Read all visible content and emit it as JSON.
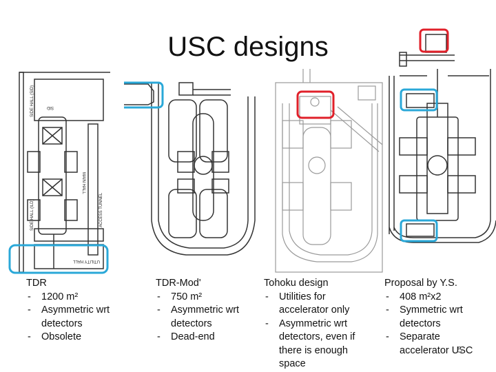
{
  "slide": {
    "title": "USC designs",
    "page_number": "5"
  },
  "colors": {
    "highlight_blue": "#2aa8d8",
    "highlight_red": "#e0202a",
    "drawing_line": "#333333",
    "light_line": "#9a9a9a"
  },
  "drawings": {
    "tdr": {
      "side_hall_top": "SIDE HALL (SID)",
      "side_hall_top_2": "SID",
      "main_hall": "MAIN HALL",
      "side_hall_bottom": "SIDE HALL (ILD)",
      "access_tunnel": "ACCESS TUNNEL",
      "utility_hall": "UTILITY HALL"
    }
  },
  "columns": [
    {
      "heading": "TDR",
      "items": [
        "1200 m²",
        "Asymmetric wrt detectors",
        "Obsolete"
      ]
    },
    {
      "heading": "TDR-Mod'",
      "items": [
        "750 m²",
        "Asymmetric wrt detectors",
        "Dead-end"
      ]
    },
    {
      "heading": "Tohoku design",
      "items": [
        "Utilities for accelerator only",
        "Asymmetric wrt detectors, even if there is enough space"
      ]
    },
    {
      "heading": "Proposal by Y.S.",
      "items": [
        "408 m²x2",
        "Symmetric wrt detectors",
        "Separate accelerator USC"
      ]
    }
  ]
}
